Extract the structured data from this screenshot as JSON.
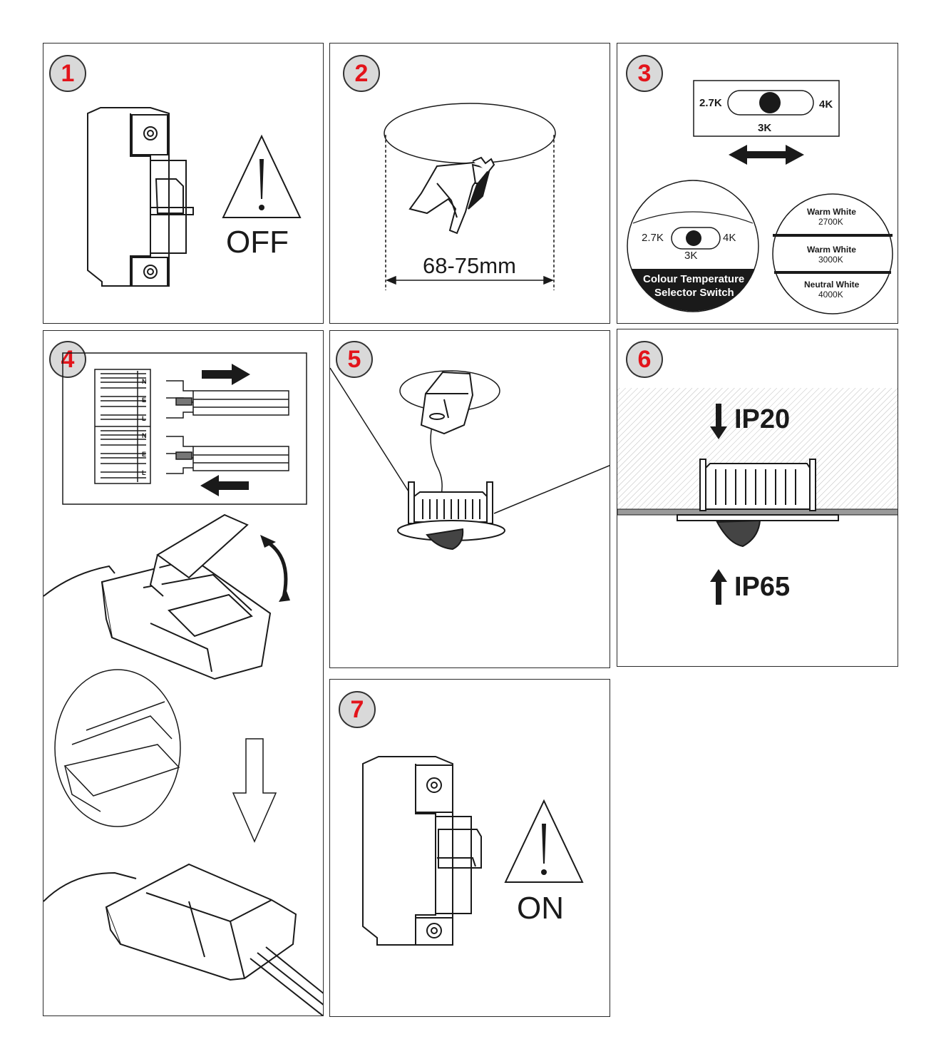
{
  "steps": [
    {
      "number": "1",
      "label": "OFF"
    },
    {
      "number": "2",
      "dimension": "68-75mm"
    },
    {
      "number": "3",
      "switch": {
        "left": "2.7K",
        "right": "4K",
        "center": "3K"
      },
      "selector": {
        "left": "2.7K",
        "right": "4K",
        "center": "3K",
        "caption_line1": "Colour  Temperature",
        "caption_line2": "Selector Switch"
      },
      "modes": [
        {
          "name": "Warm White",
          "kelvin": "2700K"
        },
        {
          "name": "Warm White",
          "kelvin": "3000K"
        },
        {
          "name": "Neutral White",
          "kelvin": "4000K"
        }
      ]
    },
    {
      "number": "4",
      "terminal_labels": [
        "N",
        "E",
        "L",
        "N",
        "E",
        "L"
      ]
    },
    {
      "number": "5"
    },
    {
      "number": "6",
      "ip_top": "IP20",
      "ip_bottom": "IP65"
    },
    {
      "number": "7",
      "label": "ON"
    }
  ],
  "colors": {
    "badge_number": "#e3141b",
    "badge_fill": "#d9d9d9",
    "line": "#1a1a1a"
  }
}
